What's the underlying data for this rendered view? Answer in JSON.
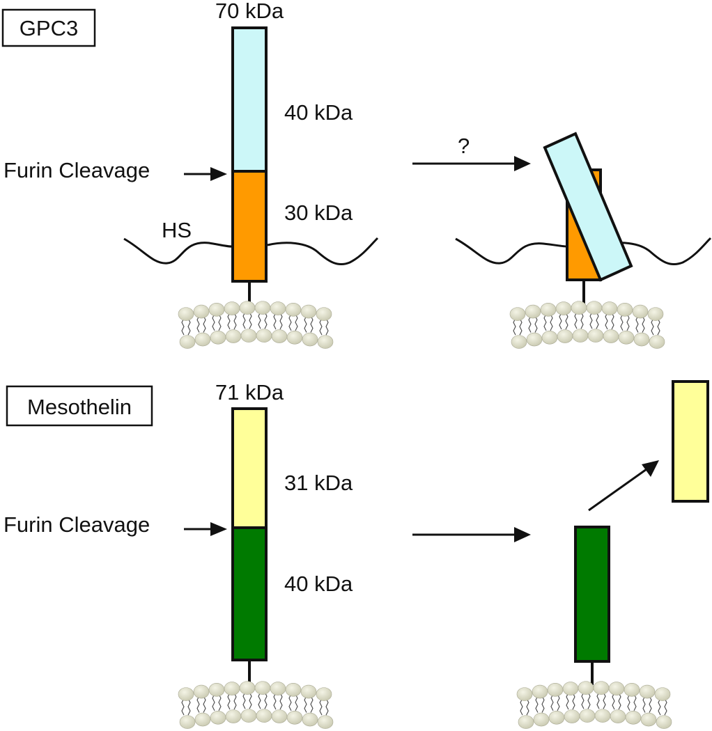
{
  "gpc3": {
    "name": "GPC3",
    "total": "70 kDa",
    "upper_fragment": "40 kDa",
    "lower_fragment": "30 kDa",
    "cleavage_label": "Furin Cleavage",
    "hs_label": "HS",
    "transition_label": "?",
    "colors": {
      "upper": "#ccf7f8",
      "lower": "#ff9a00"
    }
  },
  "mesothelin": {
    "name": "Mesothelin",
    "total": "71 kDa",
    "upper_fragment": "31 kDa",
    "lower_fragment": "40 kDa",
    "cleavage_label": "Furin Cleavage",
    "colors": {
      "upper": "#ffff99",
      "lower": "#007a00"
    }
  },
  "membrane": {
    "lipid_color": "#dcdcc6"
  }
}
